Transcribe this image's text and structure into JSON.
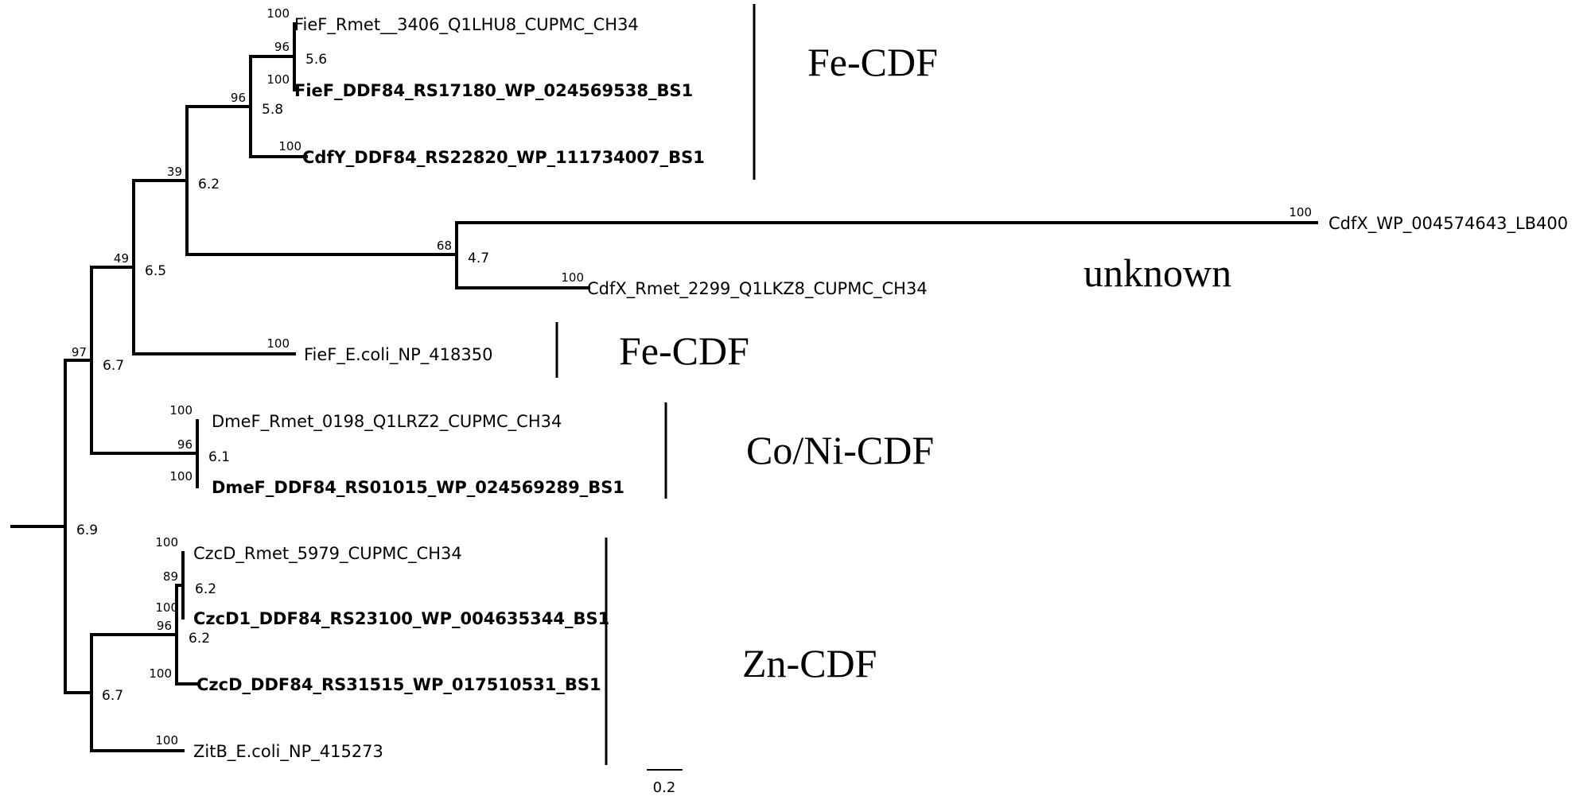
{
  "leaves": [
    {
      "name": "FieF_Rmet__3406_Q1LHU8_CUPMC_CH34",
      "bold": false,
      "support": "100"
    },
    {
      "name": "FieF_DDF84_RS17180_WP_024569538_BS1",
      "bold": true,
      "support": "100"
    },
    {
      "name": "CdfY_DDF84_RS22820_WP_111734007_BS1",
      "bold": true,
      "support": "100"
    },
    {
      "name": "CdfX_WP_004574643_LB400",
      "bold": false,
      "support": "100"
    },
    {
      "name": "CdfX_Rmet_2299_Q1LKZ8_CUPMC_CH34",
      "bold": false,
      "support": "100"
    },
    {
      "name": "FieF_E.coli_NP_418350",
      "bold": false,
      "support": "100"
    },
    {
      "name": "DmeF_Rmet_0198_Q1LRZ2_CUPMC_CH34",
      "bold": false,
      "support": "100"
    },
    {
      "name": "DmeF_DDF84_RS01015_WP_024569289_BS1",
      "bold": true,
      "support": "100"
    },
    {
      "name": "CzcD_Rmet_5979_CUPMC_CH34",
      "bold": false,
      "support": "100"
    },
    {
      "name": "CzcD1_DDF84_RS23100_WP_004635344_BS1",
      "bold": true,
      "support": "100"
    },
    {
      "name": "CzcD_DDF84_RS31515_WP_017510531_BS1",
      "bold": true,
      "support": "100"
    },
    {
      "name": "ZitB_E.coli_NP_415273",
      "bold": false,
      "support": "100"
    }
  ],
  "internal_nodes": [
    {
      "id": "n_fief_pair",
      "support": "96",
      "value": "5.6"
    },
    {
      "id": "n_fecdf_bs1",
      "support": "96",
      "value": "5.8"
    },
    {
      "id": "n_fe_unknown",
      "support": "39",
      "value": "6.2"
    },
    {
      "id": "n_unknown",
      "support": "68",
      "value": "4.7"
    },
    {
      "id": "n_fe_all",
      "support": "49",
      "value": "6.5"
    },
    {
      "id": "n_dmef",
      "support": "96",
      "value": "6.1"
    },
    {
      "id": "n_upper",
      "support": "97",
      "value": "6.7"
    },
    {
      "id": "n_czcd_pair",
      "support": "89",
      "value": "6.2"
    },
    {
      "id": "n_czcd_all",
      "support": "96",
      "value": "6.2"
    },
    {
      "id": "n_zn",
      "support": "",
      "value": "6.7"
    },
    {
      "id": "n_root",
      "support": "",
      "value": "6.9"
    }
  ],
  "groups": [
    {
      "label": "Fe-CDF"
    },
    {
      "label": "unknown"
    },
    {
      "label": "Fe-CDF"
    },
    {
      "label": "Co/Ni-CDF"
    },
    {
      "label": "Zn-CDF"
    }
  ],
  "scale": {
    "label": "0.2"
  }
}
